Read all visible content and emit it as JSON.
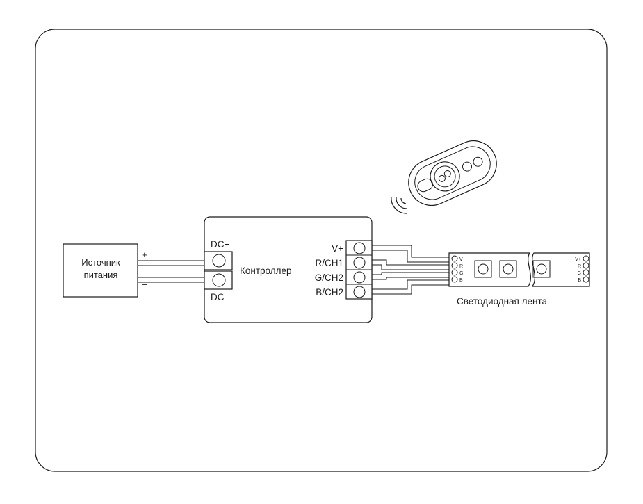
{
  "diagram": {
    "power_supply": {
      "line1": "Источник",
      "line2": "питания"
    },
    "polarity": {
      "plus": "+",
      "minus": "–"
    },
    "controller": {
      "label": "Контроллер",
      "dc_plus": "DC+",
      "dc_minus": "DC–",
      "outputs": [
        "V+",
        "R/CH1",
        "G/CH2",
        "B/CH2"
      ]
    },
    "led_strip": {
      "label": "Светодиодная лента",
      "pads_left": [
        "V+",
        "R",
        "G",
        "B"
      ],
      "pads_right": [
        "V+",
        "R",
        "G",
        "B"
      ]
    },
    "remote": {
      "icon": "rf-remote-icon",
      "signal": "wireless-signal-icon"
    }
  }
}
